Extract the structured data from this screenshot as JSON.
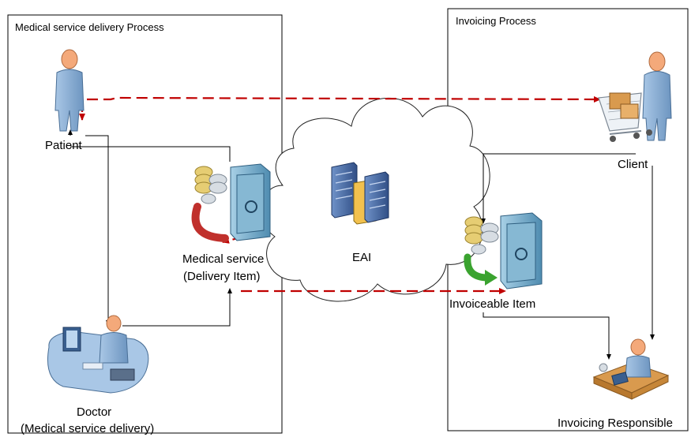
{
  "processes": {
    "left_title": "Medical service delivery Process",
    "right_title": "Invoicing Process"
  },
  "cloud": {
    "label": "EAI"
  },
  "actors": {
    "patient": "Patient",
    "doctor_line1": "Doctor",
    "doctor_line2": "(Medical service delivery)",
    "client": "Client",
    "invoicing_responsible": "Invoicing Responsible"
  },
  "items": {
    "medical_line1": "Medical service",
    "medical_line2": "(Delivery Item)",
    "invoiceable": "Invoiceable Item"
  },
  "colors": {
    "flow_arrow": "#c00000",
    "control_line": "#000000",
    "person": "#8fb4d9",
    "skin": "#f4a97a",
    "safe": "#6fa8c9",
    "coins": "#d9c06a",
    "red_return": "#c0302c",
    "green_return": "#3aa32f"
  }
}
